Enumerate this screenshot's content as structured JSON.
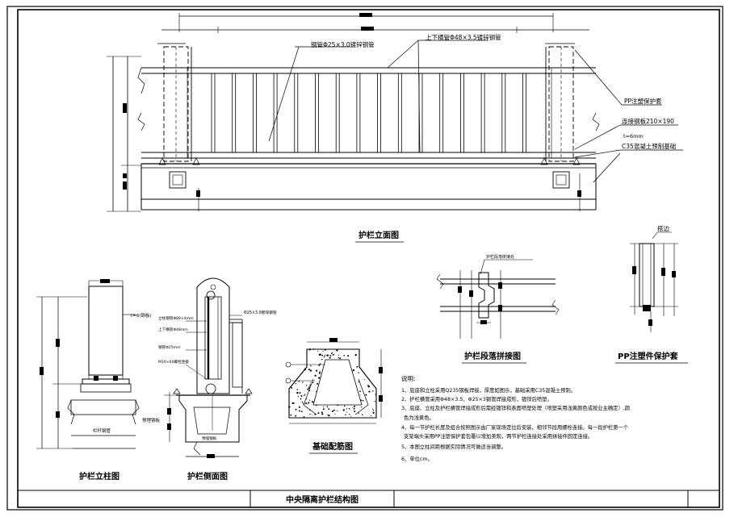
{
  "drawing": {
    "sheet_title": "中央隔离护栏结构图",
    "elevation": {
      "title": "护栏立面图",
      "labels": {
        "small_tube": "钢管Φ25×3.0镀锌钢管",
        "rail_tube": "上下横管Φ48×3.5镀锌钢管",
        "pp_cover": "PP注塑保护套",
        "steel_plate": "连接钢板210×190",
        "plate_thickness": "t=6mm",
        "base": "C35混凝土预制基础"
      }
    },
    "post": {
      "title": "护栏立柱图",
      "label_a": "t=6(钢板)",
      "label_b": "栏杆钢管",
      "label_c": "预埋钢板"
    },
    "side": {
      "title": "护栏侧面图",
      "notes": [
        "立柱钢管Φ89×4mm",
        "上下横管Φ48mm",
        "钢管Φ25mm",
        "M16×60螺栓连接"
      ],
      "right_note": "Φ25×3.0镀锌钢管",
      "bottom_label": "预埋钢板"
    },
    "base_rebar": {
      "title": "基础配筋图"
    },
    "splice": {
      "title": "护栏段落拼接图",
      "note": "护栏段落拼接处"
    },
    "pp_cover": {
      "title": "PP注塑件保护套",
      "label": "搭边"
    },
    "notes": {
      "heading": "说明:",
      "lines": [
        "1、底座和立柱采用Q235钢板焊接，厚度如图示，基础采用C35混凝土预制。",
        "2、护栏横管采用Φ48×3.5、Φ25×3钢管焊接成形，镀锌后喷塑。",
        "3、底座、立柱及护栏横管焊接成形后需经镀锌和表面喷塑处理（喷塑采用浅黄颜色或按业主确定）,颜",
        "色为浅黄色。",
        "4、每一节护栏长度及组合按照图示由厂家现场定位后安装，相邻节段用螺栓连接。每一段护栏第一个",
        "支架端头采用PP注塑保护套包覆以增加美观，两节护栏连接处采用拼接件固定连接。",
        "5、本图立柱间距根据实际情况可做适当调整。",
        "6、单位cm。"
      ]
    }
  }
}
